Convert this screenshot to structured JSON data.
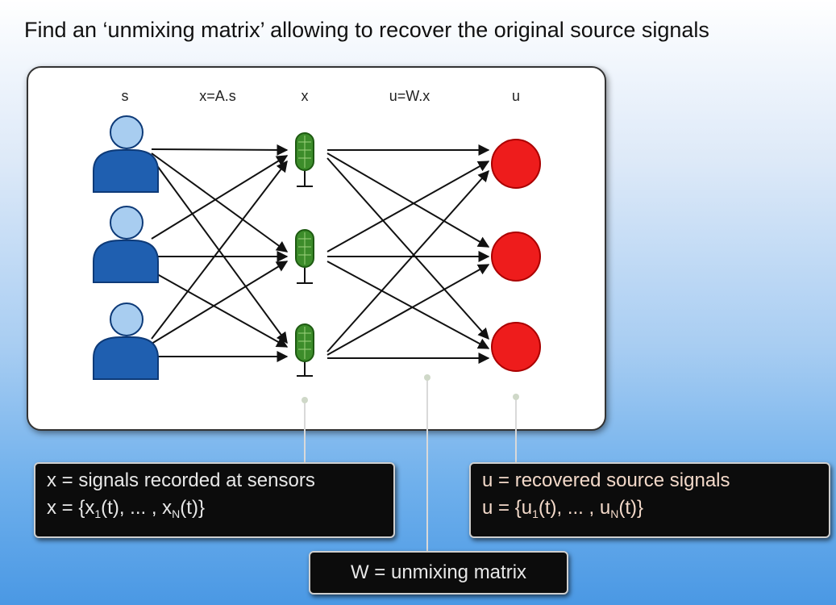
{
  "title": "Find an ‘unmixing matrix’ allowing to recover the original source signals",
  "columns": {
    "s": "s",
    "mix": "x=A.s",
    "x": "x",
    "unmix": "u=W.x",
    "u": "u"
  },
  "boxes": {
    "sensors": {
      "line1": "x = signals recorded at sensors",
      "line2_prefix": "x = {x",
      "line2_sub1": "1",
      "line2_mid": "(t), ... , x",
      "line2_sub2": "N",
      "line2_suffix": "(t)}"
    },
    "recovered": {
      "line1": "u = recovered source signals",
      "line2_prefix": "u = {u",
      "line2_sub1": "1",
      "line2_mid": "(t), ... , u",
      "line2_sub2": "N",
      "line2_suffix": "(t)}"
    },
    "matrix": {
      "line1": "W = unmixing matrix"
    }
  },
  "colors": {
    "person_body": "#1f5fb0",
    "person_head": "#a8cdf0",
    "microphone": "#3c8c2a",
    "recovered_signal": "#ee1c1c",
    "box_text_left": "#e8e8e8",
    "box_text_right": "#f3d9c9"
  }
}
